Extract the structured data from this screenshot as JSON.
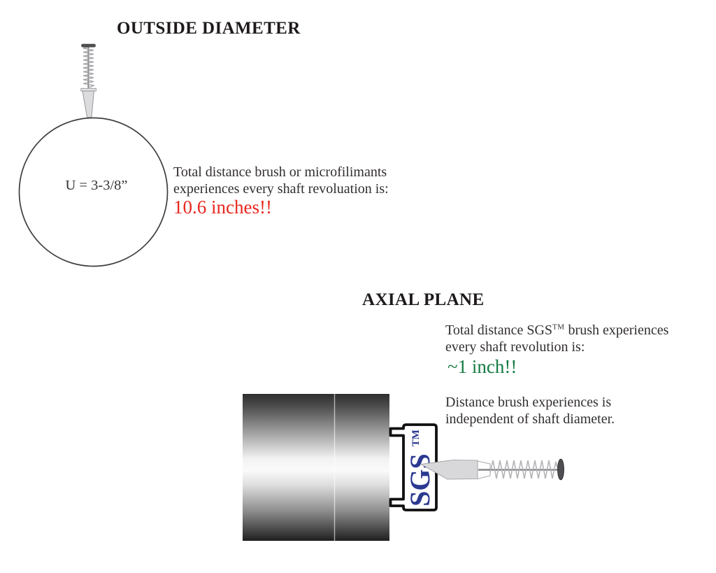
{
  "outside_diameter": {
    "title": "OUTSIDE DIAMETER",
    "circle_label": "U = 3-3/8”",
    "description": [
      "Total distance brush or microfilimants",
      "experiences every shaft revoluation is:"
    ],
    "highlight": "10.6 inches!!",
    "highlight_color": "#e8271e"
  },
  "axial_plane": {
    "title": "AXIAL PLANE",
    "description_line1": {
      "pre": "Total distance SGS",
      "sup": "TM",
      "post": " brush experiences"
    },
    "description_line2": "every shaft revolution is:",
    "highlight": "~1 inch!!",
    "highlight_color": "#157a42",
    "note": [
      "Distance brush experiences is",
      "independent of shaft diameter."
    ],
    "bracket": {
      "label": "SGS",
      "sup": "TM",
      "color": "#2b3990"
    }
  }
}
